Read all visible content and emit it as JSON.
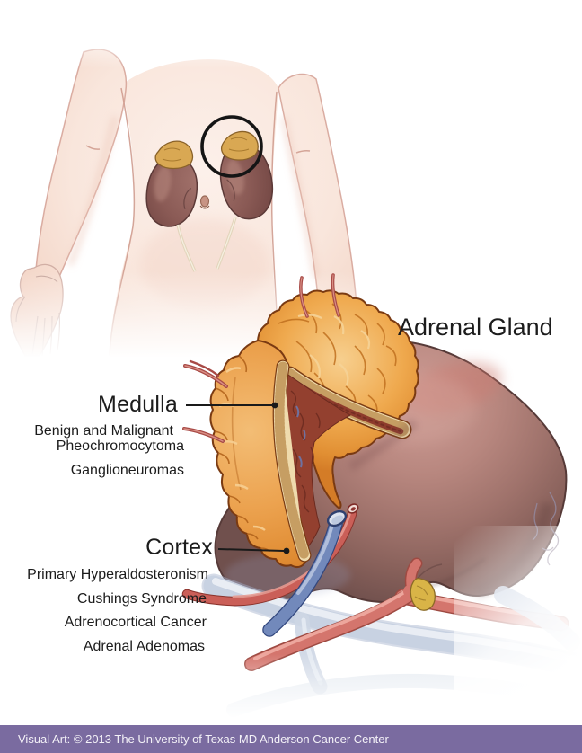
{
  "title": "Adrenal Gland",
  "annotations": {
    "medulla": {
      "label": "Medulla",
      "lines": [
        "Benign and Malignant",
        "Pheochromocytoma",
        "Ganglioneuromas"
      ]
    },
    "cortex": {
      "label": "Cortex",
      "lines": [
        "Primary Hyperaldosteronism",
        "Cushings Syndrome",
        "Adrenocortical Cancer",
        "Adrenal Adenomas"
      ]
    }
  },
  "footer": {
    "credit": "Visual Art: © 2013 The University of Texas MD Anderson Cancer Center"
  },
  "colors": {
    "background": "#ffffff",
    "footer_bg": "#7a6ba0",
    "footer_text": "#f4f2f8",
    "label_text": "#1c1c1c",
    "medulla_red": "#93402f",
    "cortex_cream": "#efdbad",
    "gland_orange": "#eca44c",
    "kidney_mauve": "#a3766f",
    "artery_red": "#ca5f58",
    "vein_blue": "#7289bb"
  }
}
